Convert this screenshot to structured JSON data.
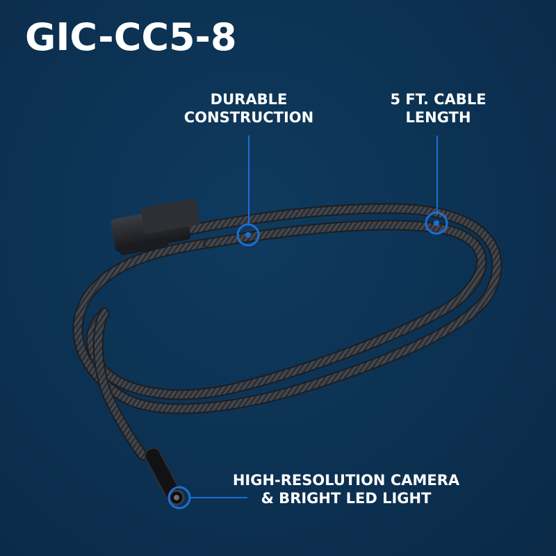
{
  "product": {
    "title": "GIC-CC5-8"
  },
  "callouts": {
    "durable": {
      "line1": "DURABLE",
      "line2": "CONSTRUCTION"
    },
    "cable_length": {
      "line1": "5 FT. CABLE",
      "line2": "LENGTH"
    },
    "camera": {
      "line1": "HIGH-RESOLUTION CAMERA",
      "line2": "& BRIGHT LED LIGHT"
    }
  },
  "colors": {
    "background": "#0c3152",
    "accent": "#1d6fd6",
    "text": "#ffffff",
    "cable": "#2a2d31"
  },
  "icons": {
    "durable_marker": "target-ring-icon",
    "cable_marker": "target-ring-icon",
    "camera_marker": "target-ring-icon"
  }
}
